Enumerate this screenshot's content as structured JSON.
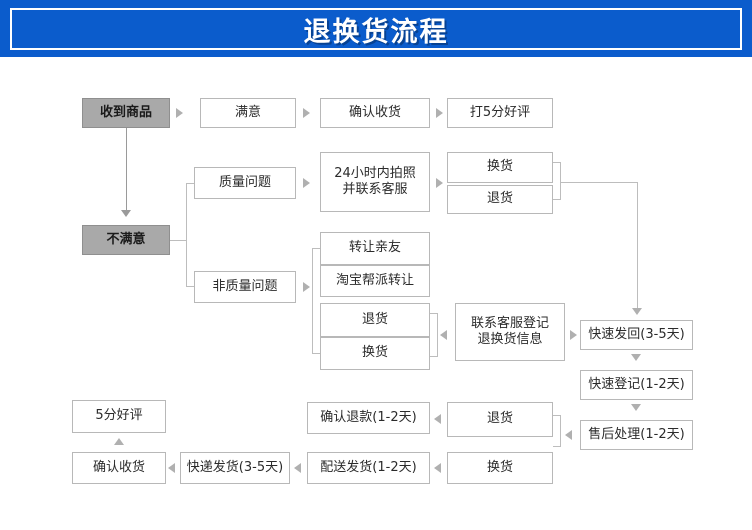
{
  "header": {
    "title": "退换货流程",
    "background_color": "#0b5ccc",
    "text_color": "#ffffff"
  },
  "theme": {
    "box_border": "#b8b8b8",
    "box_fill": "#ffffff",
    "highlight_fill": "#a9a9a9",
    "connector": "#bdbdbd"
  },
  "flow": {
    "nodes": {
      "received": "收到商品",
      "satisfied": "满意",
      "confirm_receipt_top": "确认收货",
      "five_star_top": "打5分好评",
      "unsatisfied": "不满意",
      "quality_issue": "质量问题",
      "photo_contact": "24小时内拍照\n并联系客服",
      "exchange_q": "换货",
      "return_q": "退货",
      "non_quality_issue": "非质量问题",
      "transfer_friend": "转让亲友",
      "taobao_gang_transfer": "淘宝帮派转让",
      "return_nq": "退货",
      "exchange_nq": "换货",
      "contact_service_register": "联系客服登记\n退换货信息",
      "fast_send_back": "快速发回(3-5天)",
      "fast_register": "快速登记(1-2天)",
      "after_sales": "售后处理(1-2天)",
      "return_result": "退货",
      "exchange_result": "换货",
      "confirm_refund": "确认退款(1-2天)",
      "delivery_ship": "配送发货(1-2天)",
      "express_ship": "快递发货(3-5天)",
      "confirm_receipt_bottom": "确认收货",
      "five_star_bottom": "5分好评"
    }
  }
}
